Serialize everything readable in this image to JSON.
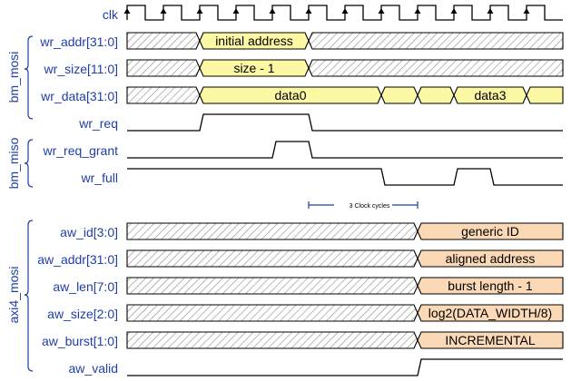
{
  "clock": {
    "name": "clk"
  },
  "groups": [
    {
      "name": "bm_mosi"
    },
    {
      "name": "bm_miso"
    },
    {
      "name": "axi4_mosi"
    }
  ],
  "signals": [
    {
      "name": "wr_addr[31:0]",
      "kind": "bus",
      "segments": [
        {
          "from": 0,
          "to": 2,
          "state": "x"
        },
        {
          "from": 2,
          "to": 5,
          "state": "data",
          "label": "initial address",
          "color": "#fdf8a4"
        },
        {
          "from": 5,
          "to": 12,
          "state": "x"
        }
      ]
    },
    {
      "name": "wr_size[11:0]",
      "kind": "bus",
      "segments": [
        {
          "from": 0,
          "to": 2,
          "state": "x"
        },
        {
          "from": 2,
          "to": 5,
          "state": "data",
          "label": "size - 1",
          "color": "#fdf8a4"
        },
        {
          "from": 5,
          "to": 12,
          "state": "x"
        }
      ]
    },
    {
      "name": "wr_data[31:0]",
      "kind": "bus",
      "segments": [
        {
          "from": 0,
          "to": 2,
          "state": "x"
        },
        {
          "from": 2,
          "to": 7,
          "state": "data",
          "label": "data0",
          "color": "#fdf8a4"
        },
        {
          "from": 7,
          "to": 8,
          "state": "data",
          "label": "",
          "color": "#fdf8a4"
        },
        {
          "from": 8,
          "to": 9,
          "state": "data",
          "label": "",
          "color": "#fdf8a4"
        },
        {
          "from": 9,
          "to": 11,
          "state": "data",
          "label": "data3",
          "color": "#fdf8a4"
        },
        {
          "from": 11,
          "to": 12,
          "state": "data",
          "label": "",
          "color": "#fdf8a4"
        }
      ]
    },
    {
      "name": "wr_req",
      "kind": "bit",
      "levels": "001110000000"
    },
    {
      "name": "wr_req_grant",
      "kind": "bit",
      "levels": "000010000000"
    },
    {
      "name": "wr_full",
      "kind": "bit",
      "levels": "111111100100"
    },
    {
      "name": "aw_id[3:0]",
      "kind": "bus",
      "segments": [
        {
          "from": 0,
          "to": 8,
          "state": "x"
        },
        {
          "from": 8,
          "to": 12,
          "state": "data",
          "label": "generic ID",
          "color": "#fcd9b6"
        }
      ]
    },
    {
      "name": "aw_addr[31:0]",
      "kind": "bus",
      "segments": [
        {
          "from": 0,
          "to": 8,
          "state": "x"
        },
        {
          "from": 8,
          "to": 12,
          "state": "data",
          "label": "aligned address",
          "color": "#fcd9b6"
        }
      ]
    },
    {
      "name": "aw_len[7:0]",
      "kind": "bus",
      "segments": [
        {
          "from": 0,
          "to": 8,
          "state": "x"
        },
        {
          "from": 8,
          "to": 12,
          "state": "data",
          "label": "burst length - 1",
          "color": "#fcd9b6"
        }
      ]
    },
    {
      "name": "aw_size[2:0]",
      "kind": "bus",
      "segments": [
        {
          "from": 0,
          "to": 8,
          "state": "x"
        },
        {
          "from": 8,
          "to": 12,
          "state": "data",
          "label": "log2(DATA_WIDTH/8)",
          "color": "#fcd9b6"
        }
      ]
    },
    {
      "name": "aw_burst[1:0]",
      "kind": "bus",
      "segments": [
        {
          "from": 0,
          "to": 8,
          "state": "x"
        },
        {
          "from": 8,
          "to": 12,
          "state": "data",
          "label": "INCREMENTAL",
          "color": "#fcd9b6"
        }
      ]
    },
    {
      "name": "aw_valid",
      "kind": "bit",
      "levels": "000000001111"
    }
  ],
  "annotation": {
    "text": "3 Clock cycles",
    "from": 5,
    "to": 8
  },
  "colors": {
    "label": "#1f3fa8",
    "line": "#000000"
  }
}
